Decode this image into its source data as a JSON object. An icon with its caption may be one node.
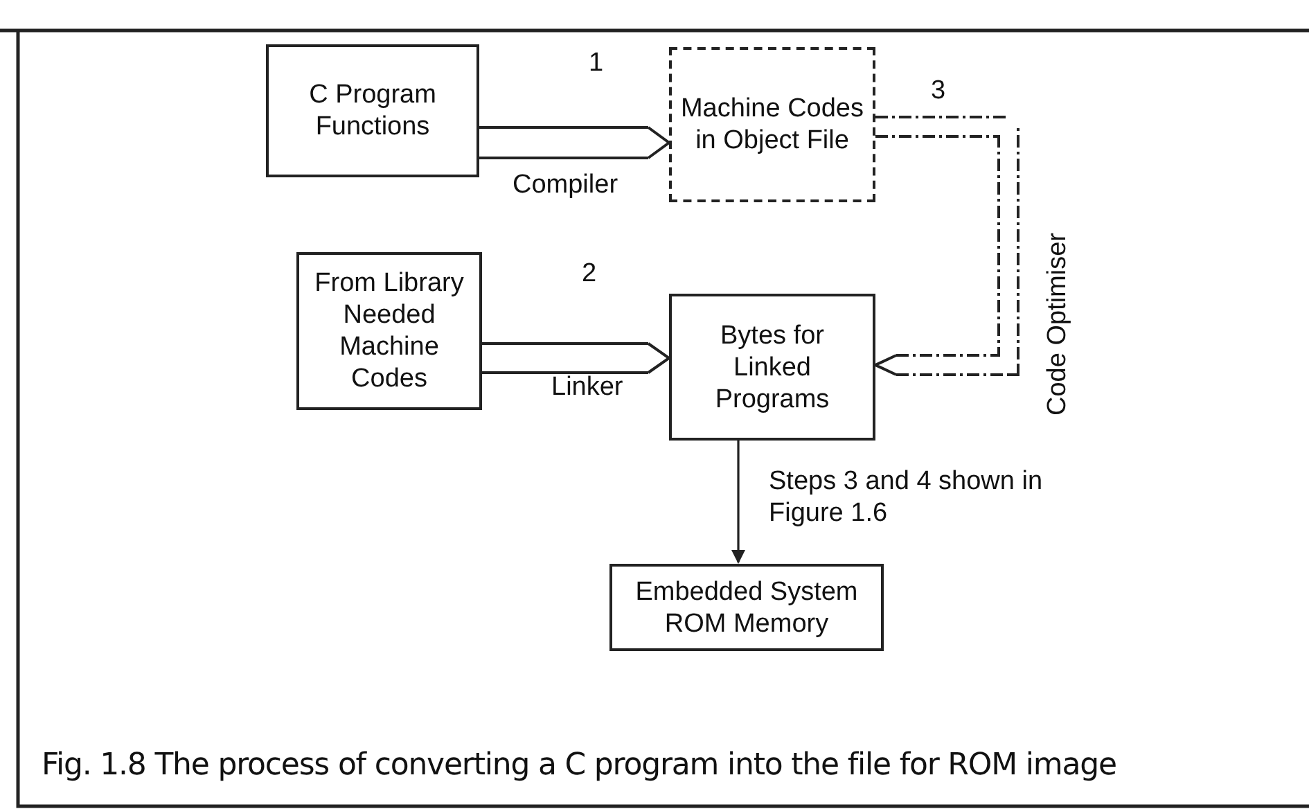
{
  "diagram": {
    "caption": "Fig. 1.8 The process of converting a C program into the file for ROM image",
    "nodes": [
      {
        "text": [
          "C Program Functions"
        ]
      },
      {
        "text": [
          "Machine Codes in Object File"
        ]
      },
      {
        "text": [
          "From Library Needed Machine Codes"
        ]
      },
      {
        "text": [
          "Bytes for Linked Programs"
        ]
      },
      {
        "text": [
          "Embedded System ROM Memory"
        ]
      }
    ],
    "edges": [
      {
        "from": 0,
        "to": 1,
        "arrow": "to",
        "label": "Compiler"
      },
      {
        "from": 2,
        "to": 3,
        "arrow": "to",
        "label": "Linker"
      },
      {
        "from": 1,
        "to": 3,
        "arrow": "to",
        "label": "Code Optimiser",
        "style": "dashed"
      },
      {
        "from": 3,
        "to": 4,
        "arrow": "to",
        "label": "Steps 3 and 4 shown in Figure 1.6"
      }
    ],
    "labels": [
      "1",
      "2",
      "3"
    ]
  }
}
